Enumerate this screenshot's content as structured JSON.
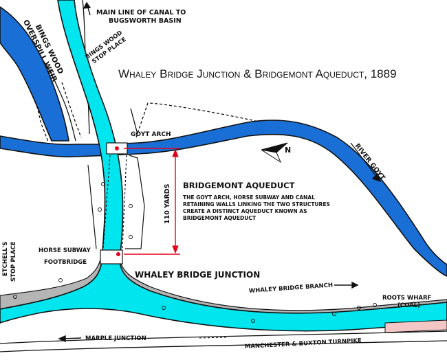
{
  "map": {
    "title": "Whaley Bridge Junction & Bridgemont Aqueduct, 1889",
    "colors": {
      "canal": "#00e5ee",
      "river": "#1a6fd6",
      "outline": "#111111",
      "towpath": "#b5b5b5",
      "measure": "#e4001b",
      "wharf": "#f4c6c6"
    },
    "labels": {
      "main_line": "MAIN LINE OF CANAL TO",
      "main_line_2": "BUGSWORTH BASIN",
      "bings_wood_weir_1": "BINGS WOOD",
      "bings_wood_weir_2": "OVERSPILL WEIR",
      "bings_wood_stop_1": "BINGS WOOD",
      "bings_wood_stop_2": "STOP PLACE",
      "goyt_arch": "GOYT ARCH",
      "river_goyt": "RIVER GOYT",
      "bridgemont_aqueduct": "BRIDGEMONT AQUEDUCT",
      "aqueduct_note_1": "THE GOYT ARCH, HORSE SUBWAY AND CANAL",
      "aqueduct_note_2": "RETAINING WALLS LINKING THE TWO STRUCTURES",
      "aqueduct_note_3": "CREATE A DISTINCT AQUEDUCT KNOWN AS",
      "aqueduct_note_4": "BRIDGEMONT AQUEDUCT",
      "yards": "110 YARDS",
      "horse_subway": "HORSE SUBWAY",
      "footbridge": "FOOTBRIDGE",
      "etchells_1": "ETCHELL'S",
      "etchells_2": "STOP PLACE",
      "whaley_junction": "WHALEY BRIDGE JUNCTION",
      "whaley_branch": "WHALEY BRIDGE BRANCH",
      "roots_wharf_1": "ROOTS WHARF",
      "roots_wharf_2": "(COAL)",
      "marple_junction": "MARPLE JUNCTION",
      "turnpike": "MANCHESTER  &  BUXTON TURNPIKE",
      "north": "N"
    },
    "icons": {
      "north_arrow": "north-arrow-icon",
      "direction_arrow": "arrow-icon"
    }
  }
}
